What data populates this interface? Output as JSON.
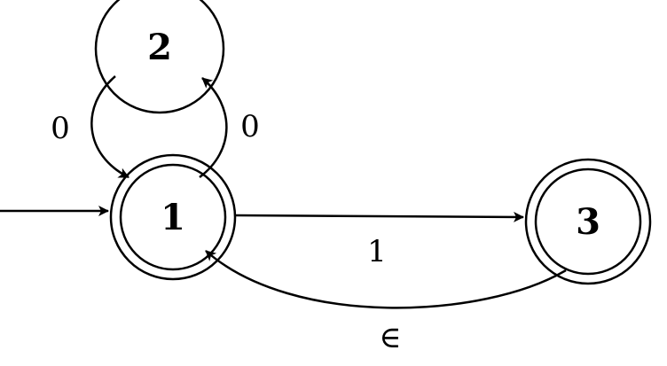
{
  "colors": {
    "stroke": "#000000",
    "background": "#ffffff"
  },
  "automaton": {
    "states": [
      {
        "id": "s1",
        "label": "1",
        "accepting": true,
        "initial": true
      },
      {
        "id": "s2",
        "label": "2",
        "accepting": false,
        "initial": false
      },
      {
        "id": "s3",
        "label": "3",
        "accepting": true,
        "initial": false
      }
    ],
    "transitions": [
      {
        "from": "2",
        "to": "1",
        "label": "0"
      },
      {
        "from": "1",
        "to": "2",
        "label": "0"
      },
      {
        "from": "1",
        "to": "3",
        "label": "1"
      },
      {
        "from": "3",
        "to": "1",
        "label": "∈"
      }
    ]
  }
}
